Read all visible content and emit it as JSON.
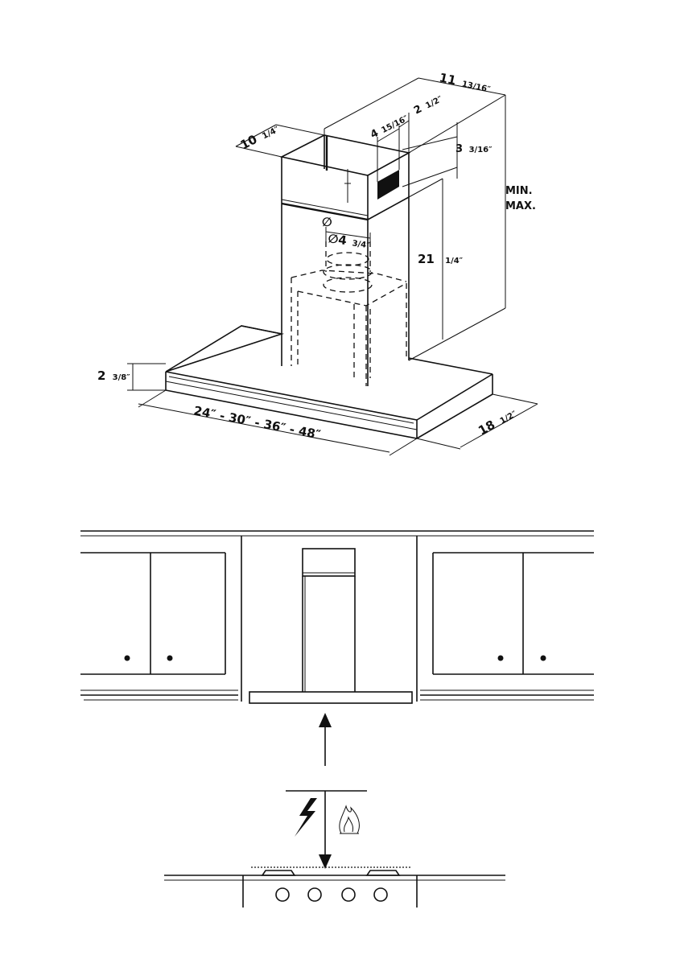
{
  "dimensions": {
    "duct_depth": {
      "whole": "10",
      "frac": "1/4″"
    },
    "duct_width": {
      "whole": "11",
      "frac": "13/16″"
    },
    "vent_width": {
      "whole": "4",
      "frac": "15/16″"
    },
    "vent_offset": {
      "whole": "2",
      "frac": "1/2″"
    },
    "vent_height": {
      "whole": "3",
      "frac": "3/16″"
    },
    "min_label": "MIN.",
    "max_label": "MAX.",
    "duct_diameter_symbol": "∅",
    "outlet_diameter": {
      "whole": "∅4",
      "frac": "3/4″"
    },
    "chimney_height": {
      "whole": "21",
      "frac": "1/4″"
    },
    "hood_height": {
      "whole": "2",
      "frac": "3/8″"
    },
    "hood_widths": "24″  -  30″  -  36″  -  48″",
    "hood_depth": {
      "whole": "18",
      "frac": "1/2″"
    }
  },
  "installation": {
    "electric_icon": "lightning-bolt-icon",
    "gas_icon": "gas-flame-icon",
    "burner_knob_count": 4
  }
}
